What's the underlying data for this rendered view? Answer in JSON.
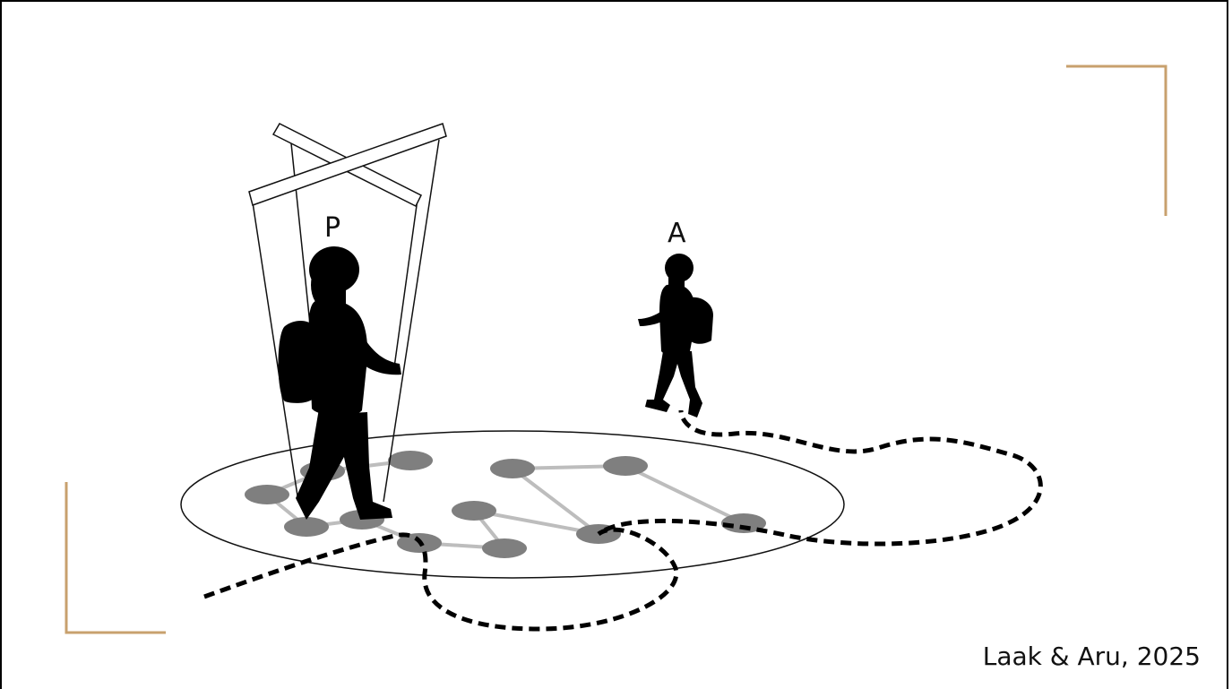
{
  "labels": {
    "puppet_figure": "P",
    "autonomous_figure": "A"
  },
  "citation": "Laak & Aru, 2025",
  "colors": {
    "accent_corner": "#c8a16e",
    "silhouette": "#000000",
    "node_fill": "#7f7f7f",
    "edge": "#bdbdbd",
    "path": "#000000"
  }
}
